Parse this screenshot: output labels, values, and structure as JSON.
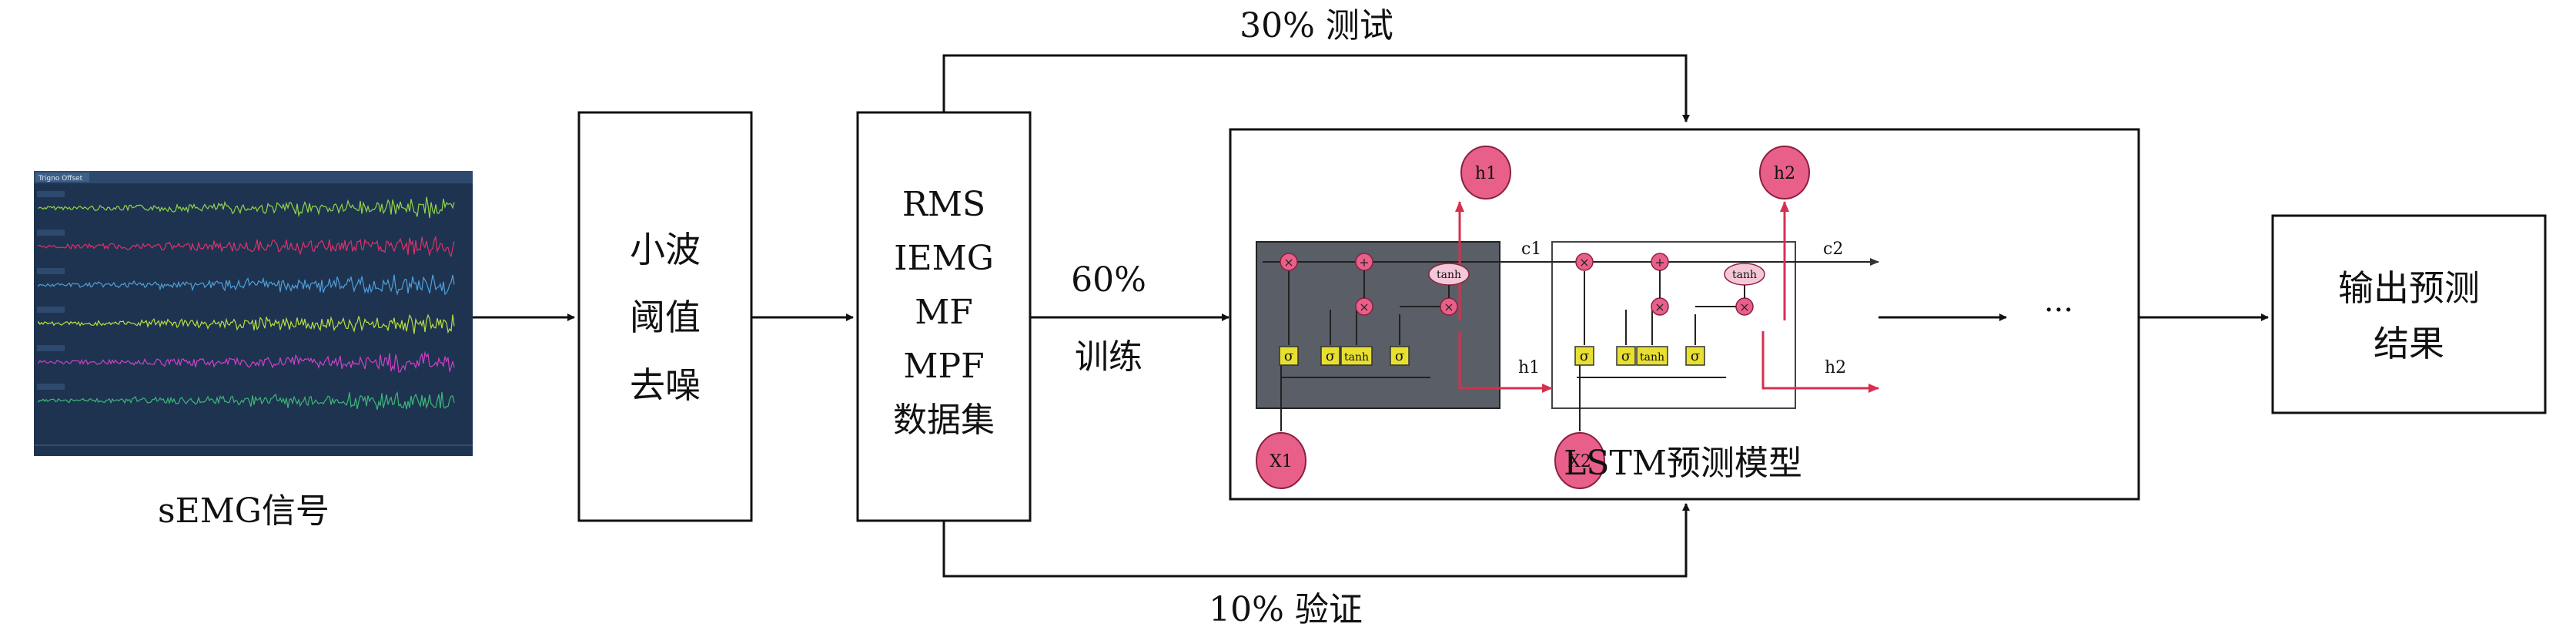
{
  "signal": {
    "caption": "sEMG信号",
    "panel_title": "Trigno Offset",
    "channel_colors": [
      "#8fd64a",
      "#e0306a",
      "#4fa0d8",
      "#b8e040",
      "#d040c8",
      "#3cb878"
    ],
    "background": "#1e3350"
  },
  "denoise": {
    "lines": [
      "小波",
      "阈值",
      "去噪"
    ]
  },
  "features": {
    "lines": [
      "RMS",
      "IEMG",
      "MF",
      "MPF",
      "数据集"
    ]
  },
  "splits": {
    "train": [
      "60%",
      "训练"
    ],
    "test": "30% 测试",
    "validate": "10%  验证"
  },
  "lstm": {
    "title": "LSTM预测模型",
    "hidden_outputs": [
      "h1",
      "h2"
    ],
    "inputs": [
      "X1",
      "X2"
    ],
    "cell_states": [
      "c1",
      "c2"
    ],
    "hidden_labels": [
      "h1",
      "h2"
    ],
    "gate_symbol": "σ",
    "tanh_label": "tanh",
    "continuation": "···",
    "colors": {
      "node_fill": "#e8608a",
      "gate_fill": "#e8e030",
      "cell1_fill": "#5a5e66",
      "accent_line": "#d63050"
    }
  },
  "output": {
    "lines": [
      "输出预测",
      "结果"
    ]
  }
}
